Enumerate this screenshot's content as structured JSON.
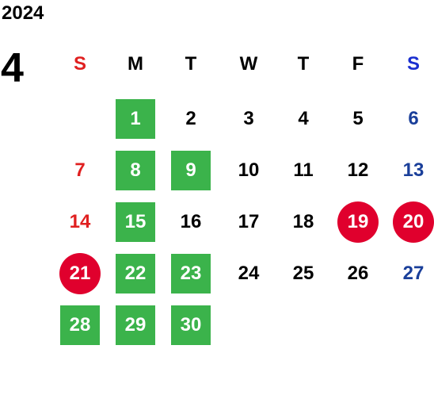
{
  "calendar": {
    "year": "2024",
    "month": "4",
    "weekdays": [
      {
        "label": "S",
        "color": "#e02020"
      },
      {
        "label": "M",
        "color": "#000000"
      },
      {
        "label": "T",
        "color": "#000000"
      },
      {
        "label": "W",
        "color": "#000000"
      },
      {
        "label": "T",
        "color": "#000000"
      },
      {
        "label": "F",
        "color": "#000000"
      },
      {
        "label": "S",
        "color": "#1a2fd0"
      }
    ],
    "days": [
      {
        "day": "1",
        "style": "green"
      },
      {
        "day": "2",
        "style": "plain"
      },
      {
        "day": "3",
        "style": "plain"
      },
      {
        "day": "4",
        "style": "plain"
      },
      {
        "day": "5",
        "style": "plain"
      },
      {
        "day": "6",
        "style": "blue"
      },
      {
        "day": "7",
        "style": "red"
      },
      {
        "day": "8",
        "style": "green"
      },
      {
        "day": "9",
        "style": "green"
      },
      {
        "day": "10",
        "style": "plain"
      },
      {
        "day": "11",
        "style": "plain"
      },
      {
        "day": "12",
        "style": "plain"
      },
      {
        "day": "13",
        "style": "blue"
      },
      {
        "day": "14",
        "style": "red"
      },
      {
        "day": "15",
        "style": "green"
      },
      {
        "day": "16",
        "style": "plain"
      },
      {
        "day": "17",
        "style": "plain"
      },
      {
        "day": "18",
        "style": "plain"
      },
      {
        "day": "19",
        "style": "red-circle"
      },
      {
        "day": "20",
        "style": "red-circle"
      },
      {
        "day": "21",
        "style": "red-circle"
      },
      {
        "day": "22",
        "style": "green"
      },
      {
        "day": "23",
        "style": "green"
      },
      {
        "day": "24",
        "style": "plain"
      },
      {
        "day": "25",
        "style": "plain"
      },
      {
        "day": "26",
        "style": "plain"
      },
      {
        "day": "27",
        "style": "blue"
      },
      {
        "day": "28",
        "style": "green"
      },
      {
        "day": "29",
        "style": "green"
      },
      {
        "day": "30",
        "style": "green"
      }
    ],
    "first_weekday_index": 1,
    "colors": {
      "sunday_text": "#e02020",
      "saturday_text": "#1a3f9a",
      "weekday_text": "#000000",
      "green_fill": "#3bb34b",
      "red_circle_fill": "#e0002d",
      "white_text": "#ffffff"
    }
  }
}
